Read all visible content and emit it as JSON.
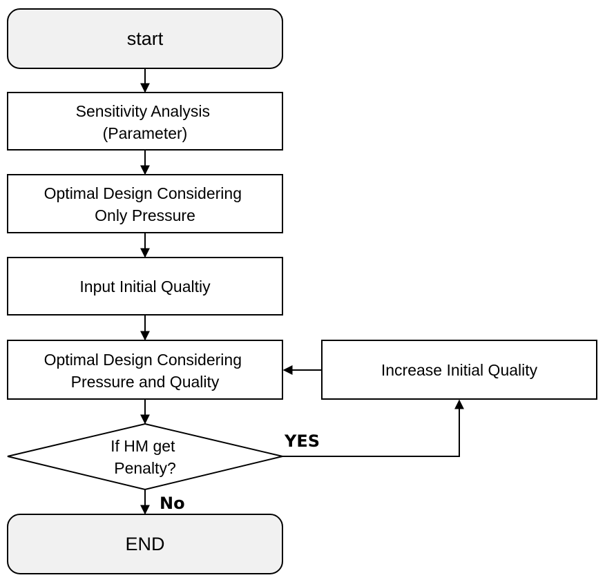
{
  "nodes": {
    "start": "start",
    "sensitivity": [
      "Sensitivity Analysis",
      "(Parameter)"
    ],
    "optimal_pressure": [
      "Optimal Design Considering",
      "Only Pressure"
    ],
    "input_quality": "Input Initial Qualtiy",
    "optimal_pressure_quality": [
      "Optimal Design Considering",
      "Pressure and Quality"
    ],
    "increase_quality": "Increase Initial Quality",
    "decision": [
      "If HM get",
      "Penalty?"
    ],
    "end": "END"
  },
  "edge_labels": {
    "yes": "YES",
    "no": "No"
  },
  "colors": {
    "terminal_fill": "#f1f1f1",
    "box_fill": "#ffffff",
    "stroke": "#000000"
  }
}
